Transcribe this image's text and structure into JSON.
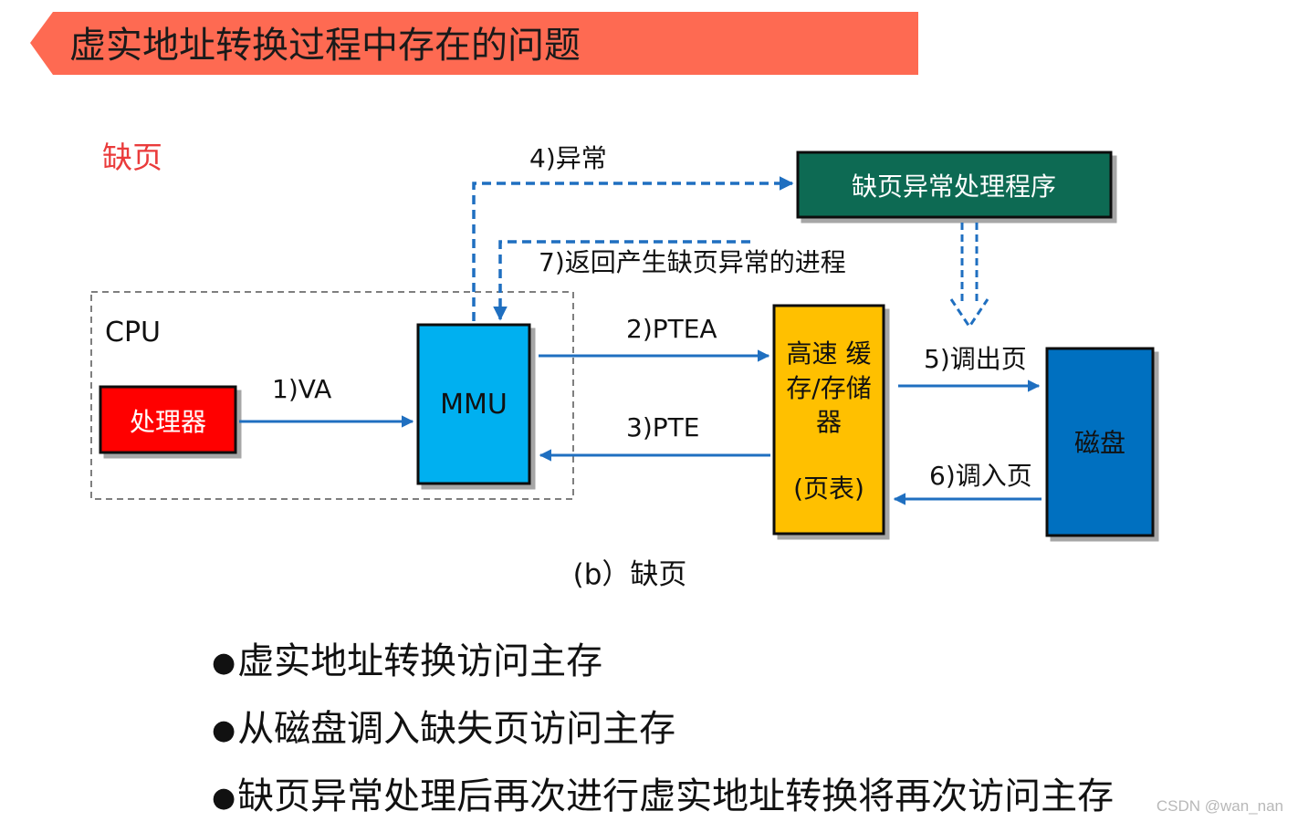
{
  "title": "虚实地址转换过程中存在的问题",
  "section_label": "缺页",
  "colors": {
    "banner": "#fe6a52",
    "processor": "#ff0000",
    "mmu": "#00b0f0",
    "cache": "#ffc000",
    "disk": "#0070c0",
    "handler": "#0e6b52",
    "arrow": "#1f6fc0",
    "section_label": "#ea3b3b"
  },
  "diagram": {
    "cpu_label": "CPU",
    "processor": "处理器",
    "mmu": "MMU",
    "cache_lines": [
      "高速 缓",
      "存/存储",
      "器",
      "(页表)"
    ],
    "disk": "磁盘",
    "handler": "缺页异常处理程序",
    "arrows": {
      "va": "1)VA",
      "ptea": "2)PTEA",
      "pte": "3)PTE",
      "exception": "4)异常",
      "page_out": "5)调出页",
      "page_in": "6)调入页",
      "return": "7)返回产生缺页异常的进程"
    },
    "caption": "(b）缺页"
  },
  "bullets": [
    "虚实地址转换访问主存",
    "从磁盘调入缺失页访问主存",
    "缺页异常处理后再次进行虚实地址转换将再次访问主存"
  ],
  "watermark": "CSDN @wan_nan"
}
